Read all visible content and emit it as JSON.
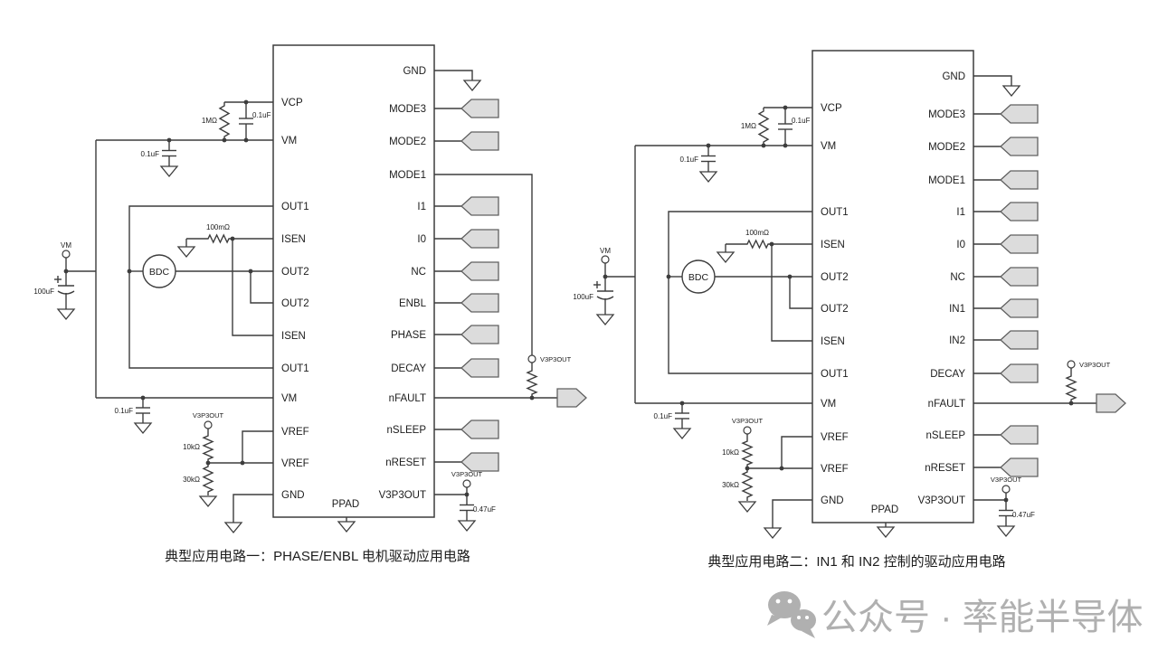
{
  "colors": {
    "line": "#3d3d3d",
    "text": "#1c1c1c",
    "connector_fill": "#dcdcdc",
    "connector_stroke": "#606060",
    "watermark": "#b0b0b0"
  },
  "circuits": [
    {
      "caption": "典型应用电路一：PHASE/ENBL 电机驱动应用电路",
      "mode1_tied_to_v3p3out": true,
      "ic": {
        "left_pins": [
          "VCP",
          "VM",
          "OUT1",
          "ISEN",
          "OUT2",
          "OUT2",
          "ISEN",
          "OUT1",
          "VM",
          "VREF",
          "VREF",
          "GND"
        ],
        "right_pins": [
          "GND",
          "MODE3",
          "MODE2",
          "MODE1",
          "I1",
          "I0",
          "NC",
          "ENBL",
          "PHASE",
          "DECAY",
          "nFAULT",
          "nSLEEP",
          "nRESET",
          "V3P3OUT"
        ],
        "bottom_pin": "PPAD"
      },
      "components": {
        "vcp_resistor": "1MΩ",
        "vcp_capacitor": "0.1uF",
        "vm_top_capacitor": "0.1uF",
        "isen_resistor": "100mΩ",
        "motor": "BDC",
        "vm_terminal": "VM",
        "bulk_capacitor": "100uF",
        "vm_bottom_capacitor": "0.1uF",
        "vref_terminal": "V3P3OUT",
        "vref_top_resistor": "10kΩ",
        "vref_bottom_resistor": "30kΩ",
        "nfault_pullup_terminal": "V3P3OUT",
        "v3p3_terminal": "V3P3OUT",
        "v3p3_capacitor": "0.47uF"
      }
    },
    {
      "caption": "典型应用电路二：IN1 和 IN2 控制的驱动应用电路",
      "mode1_tied_to_v3p3out": false,
      "ic": {
        "left_pins": [
          "VCP",
          "VM",
          "OUT1",
          "ISEN",
          "OUT2",
          "OUT2",
          "ISEN",
          "OUT1",
          "VM",
          "VREF",
          "VREF",
          "GND"
        ],
        "right_pins": [
          "GND",
          "MODE3",
          "MODE2",
          "MODE1",
          "I1",
          "I0",
          "NC",
          "IN1",
          "IN2",
          "DECAY",
          "nFAULT",
          "nSLEEP",
          "nRESET",
          "V3P3OUT"
        ],
        "bottom_pin": "PPAD"
      },
      "components": {
        "vcp_resistor": "1MΩ",
        "vcp_capacitor": "0.1uF",
        "vm_top_capacitor": "0.1uF",
        "isen_resistor": "100mΩ",
        "motor": "BDC",
        "vm_terminal": "VM",
        "bulk_capacitor": "100uF",
        "vm_bottom_capacitor": "0.1uF",
        "vref_terminal": "V3P3OUT",
        "vref_top_resistor": "10kΩ",
        "vref_bottom_resistor": "30kΩ",
        "nfault_pullup_terminal": "V3P3OUT",
        "v3p3_terminal": "V3P3OUT",
        "v3p3_capacitor": "0.47uF"
      }
    }
  ],
  "watermark": {
    "icon": "wechat-icon",
    "text": "公众号 · 率能半导体"
  }
}
